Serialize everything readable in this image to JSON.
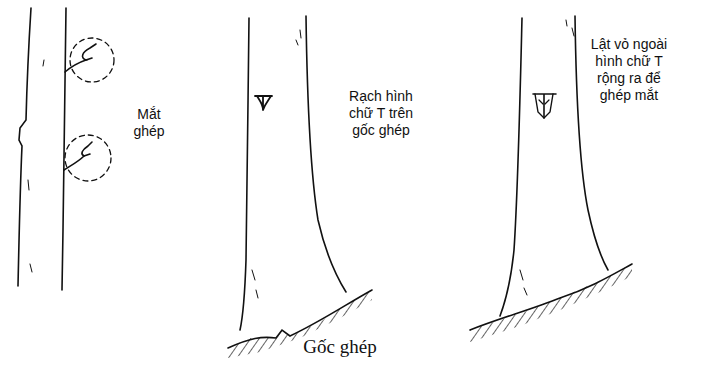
{
  "diagram": {
    "labels": [
      "Mắt ghép",
      "Rạch hình chữ T trên gốc ghép",
      "Lật vỏ ngoài hình chữ T rộng ra để ghép mắt",
      "Gốc ghép"
    ]
  }
}
